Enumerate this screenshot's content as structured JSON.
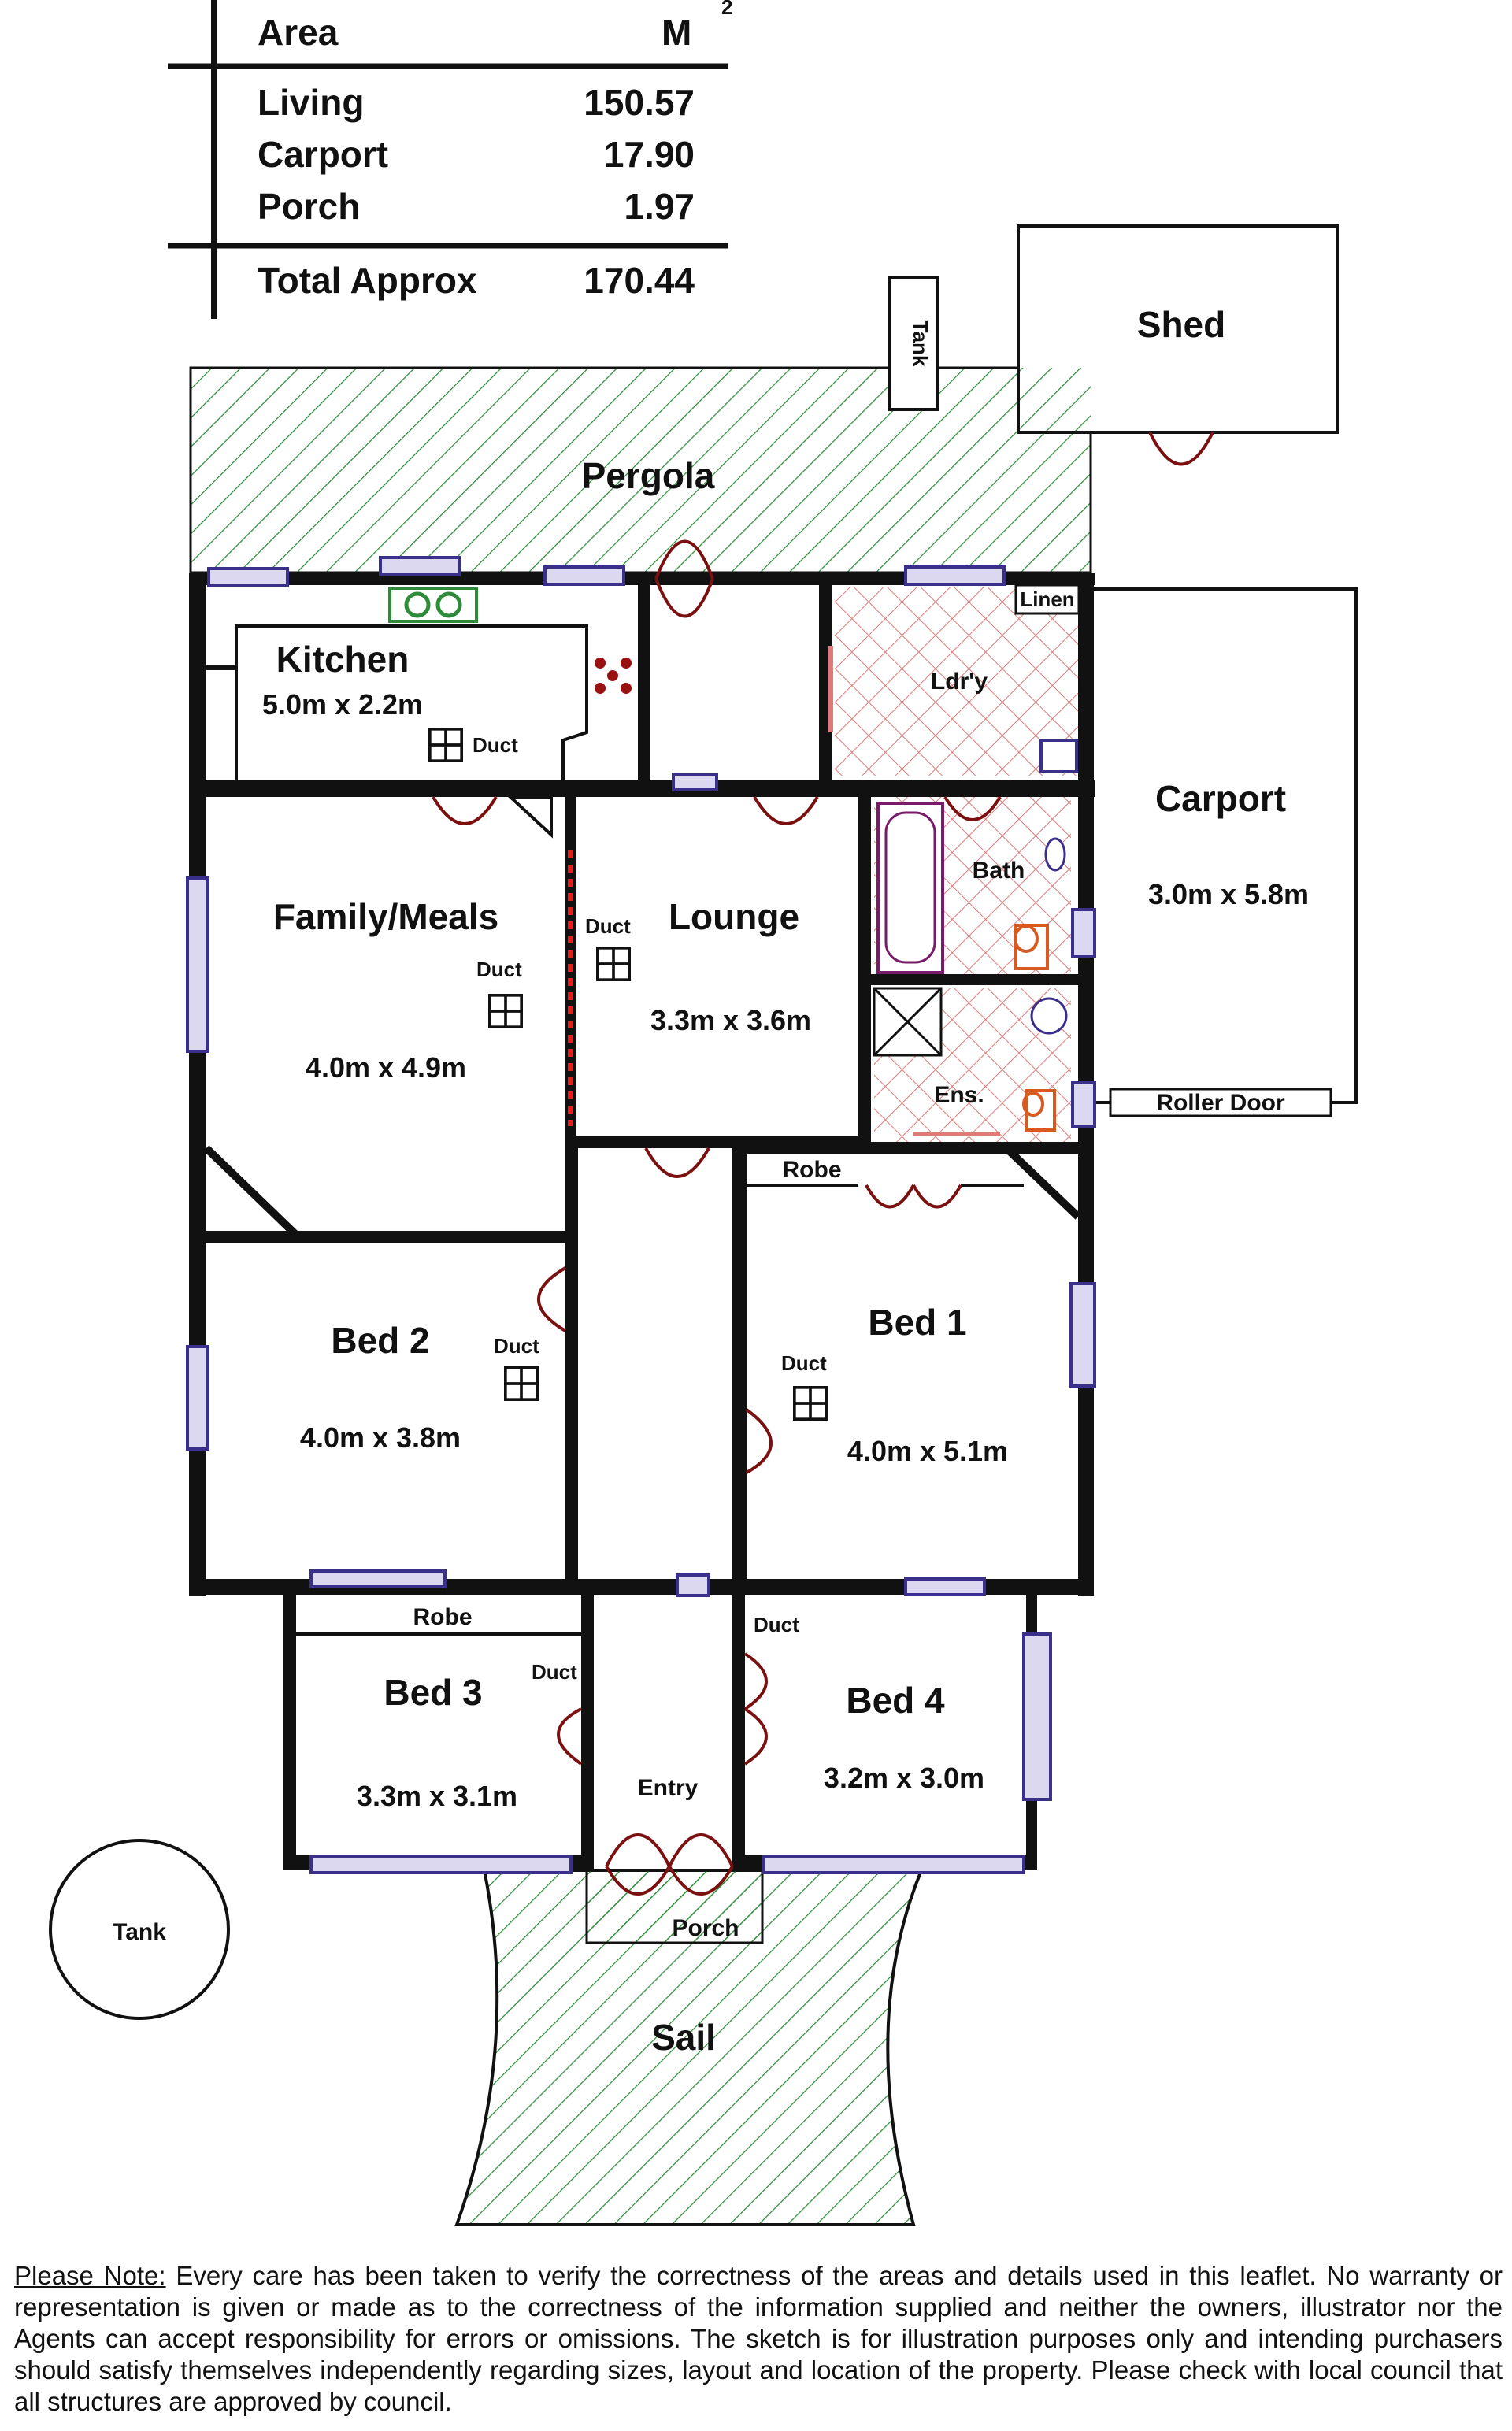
{
  "area_table": {
    "header": {
      "label": "Area",
      "unit": "M",
      "unit_sup": "2"
    },
    "rows": [
      {
        "label": "Living",
        "value": "150.57"
      },
      {
        "label": "Carport",
        "value": "17.90"
      },
      {
        "label": "Porch",
        "value": "1.97"
      }
    ],
    "total": {
      "label": "Total Approx",
      "value": "170.44"
    }
  },
  "outdoor": {
    "pergola": "Pergola",
    "shed": "Shed",
    "tank_top": "Tank",
    "tank_bottom": "Tank",
    "sail": "Sail",
    "porch": "Porch",
    "roller_door": "Roller Door"
  },
  "rooms": {
    "kitchen": {
      "name": "Kitchen",
      "dims": "5.0m x 2.2m"
    },
    "laundry": {
      "name": "Ldr'y"
    },
    "linen": {
      "name": "Linen"
    },
    "bath": {
      "name": "Bath"
    },
    "carport": {
      "name": "Carport",
      "dims": "3.0m x 5.8m"
    },
    "family": {
      "name": "Family/Meals",
      "dims": "4.0m x 4.9m"
    },
    "lounge": {
      "name": "Lounge",
      "dims": "3.3m x 3.6m"
    },
    "ensuite": {
      "name": "Ens."
    },
    "robe1": {
      "name": "Robe"
    },
    "robe3": {
      "name": "Robe"
    },
    "bed1": {
      "name": "Bed 1",
      "dims": "4.0m x 5.1m"
    },
    "bed2": {
      "name": "Bed 2",
      "dims": "4.0m x 3.8m"
    },
    "bed3": {
      "name": "Bed 3",
      "dims": "3.3m x 3.1m"
    },
    "bed4": {
      "name": "Bed 4",
      "dims": "3.2m x 3.0m"
    },
    "entry": {
      "name": "Entry"
    }
  },
  "duct_label": "Duct",
  "colors": {
    "wall": "#111111",
    "window_fill": "#dcd8f0",
    "window_stroke": "#3a2f8a",
    "door": "#7a1010",
    "hatch_green": "#2e8b3a",
    "hatch_pink": "#e07a7a"
  },
  "note": {
    "title": "Please Note:",
    "body": "Every care has been taken to verify the correctness of the areas and details used in this leaflet. No warranty or representation is given or made as to the correctness of the information supplied and neither the owners, illustrator nor the Agents can accept responsibility for errors or omissions. The sketch is for illustration purposes only and intending purchasers should satisfy themselves independently regarding sizes, layout and location of the property. Please check with local council that all structures are approved by council."
  }
}
